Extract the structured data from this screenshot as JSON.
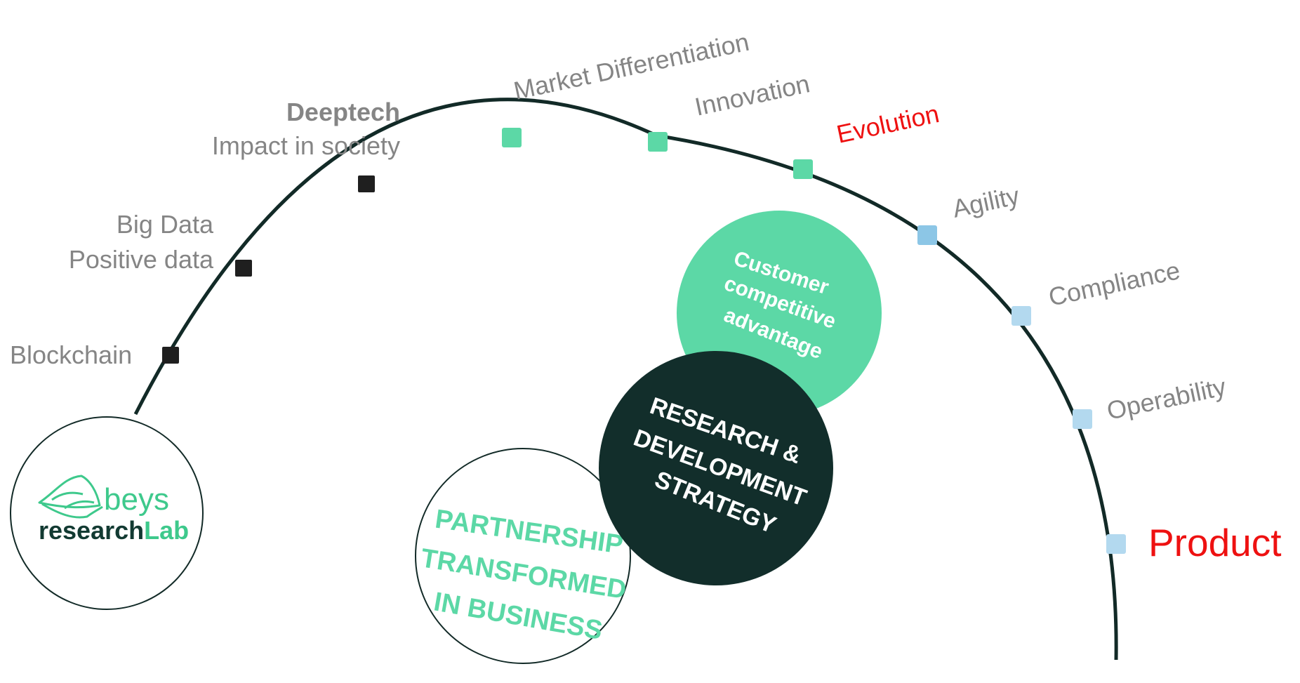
{
  "colors": {
    "arc": "#122a27",
    "dark_marker": "#1f1f1f",
    "green_marker": "#5cd8a6",
    "blue_marker_strong": "#8cc6e6",
    "blue_marker_light": "#b3d9ef",
    "label_gray": "#858585",
    "highlight_red": "#ee1111",
    "green_fill": "#5cd8a6",
    "dark_fill": "#122e2b",
    "logo_green": "#3ec98c",
    "logo_dark": "#123a32"
  },
  "logo": {
    "wordmark": "beys",
    "subtitle_part1": "research",
    "subtitle_part2": "Lab"
  },
  "labels": {
    "blockchain": "Blockchain",
    "big_data": "Big Data",
    "positive_data": "Positive data",
    "deeptech": "Deeptech",
    "impact_in_society": "Impact in society",
    "market_differentiation": "Market Differentiation",
    "innovation": "Innovation",
    "evolution": "Evolution",
    "agility": "Agility",
    "compliance": "Compliance",
    "operability": "Operability",
    "product": "Product"
  },
  "circles": {
    "customer": [
      "Customer",
      "competitive",
      "advantage"
    ],
    "research": [
      "RESEARCH &",
      "DEVELOPMENT",
      "STRATEGY"
    ],
    "partnership": [
      "PARTNERSHIP",
      "TRANSFORMED",
      "IN BUSINESS"
    ]
  }
}
